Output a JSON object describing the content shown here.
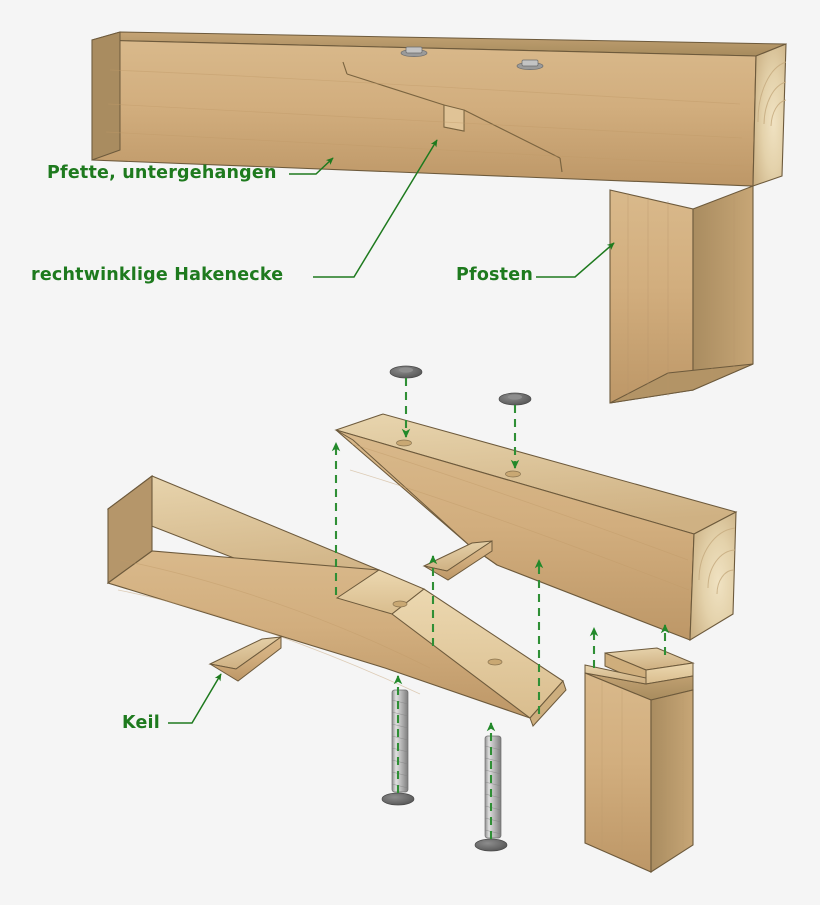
{
  "figure": {
    "title_visible": false,
    "background_color": "#f5f5f5",
    "annotation_color": "#1e7a1e",
    "subject": "timber-frame-hook-scarf-joint",
    "views": [
      {
        "name": "assembled-view",
        "description": "Pfette resting on Pfosten with hook scarf joint"
      },
      {
        "name": "exploded-view",
        "description": "Exploded parts: two beam halves, two wedges, two bolts with washers, post"
      }
    ]
  },
  "labels": [
    {
      "id": "pfette",
      "text": "Pfette, untergehangen",
      "name": "label-pfette",
      "points_to": "purlin-beam-bottom-face"
    },
    {
      "id": "hakenecke",
      "text": "rechtwinklige Hakenecke",
      "name": "label-hakenecke",
      "points_to": "right-angled-hook-corner-notch"
    },
    {
      "id": "pfosten",
      "text": "Pfosten",
      "name": "label-pfosten",
      "points_to": "post-upright"
    },
    {
      "id": "keil",
      "text": "Keil",
      "name": "label-keil",
      "points_to": "wedge-piece"
    }
  ],
  "colors": {
    "wood_face_dark": "#c4a071",
    "wood_face_mid": "#d8b888",
    "wood_face_light": "#e8d3a8",
    "wood_top_light": "#e6d2ab",
    "wood_top_dark": "#bb9a6c",
    "end_grain": "#e3d2ae",
    "outline": "#6d5a3c",
    "metal_light": "#d8d8d8",
    "metal_mid": "#a9a9a9",
    "metal_dark": "#5d5d5d",
    "annotation_green": "#1e7a1e",
    "arrow_green": "#2f8f35",
    "background": "#f5f5f5"
  },
  "hardware": {
    "bolt_count": 2,
    "washer_count": 4,
    "wedge_count": 2,
    "bolt_hole_count": 4
  },
  "assembly_arrows": {
    "style": "dashed",
    "color": "#2f8f35",
    "count": 8,
    "meaning": "direction of assembly"
  }
}
